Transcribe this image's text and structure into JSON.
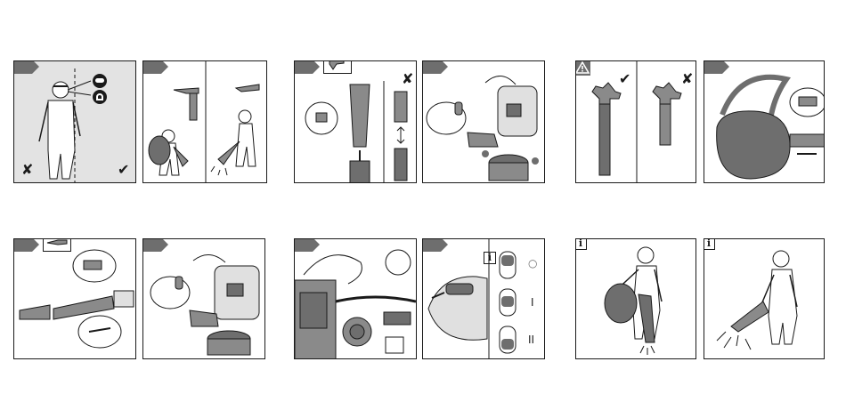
{
  "colors": {
    "ink": "#1a1a1a",
    "tab_gray": "#6e6e6e",
    "tool_gray": "#8a8a8a",
    "panel_shade": "#e3e3e3"
  },
  "symbols": {
    "check": "✔",
    "cross": "✘",
    "info": "i",
    "warning": "!",
    "switch_pos_off": "○",
    "switch_pos_1": "I",
    "switch_pos_2": "II"
  },
  "panels": [
    {
      "id": "ppe",
      "icons": [
        "protective-goggles-icon",
        "ear-protection-icon"
      ],
      "marks": [
        "cross",
        "check"
      ]
    },
    {
      "id": "modes-overview",
      "icons": [
        "vacuum-tube-icon",
        "blower-tube-icon"
      ]
    },
    {
      "id": "attach-collection-bag",
      "icons": [
        "vacuum-mode-icon"
      ],
      "marks": [
        "cross"
      ]
    },
    {
      "id": "insert-suction-tube",
      "icons": [
        "screw-icon"
      ]
    },
    {
      "id": "tube-check",
      "icons": [
        "warning-icon"
      ],
      "marks": [
        "check",
        "cross"
      ]
    },
    {
      "id": "attach-bag-strap",
      "icons": []
    },
    {
      "id": "assemble-blow-tube",
      "icons": [
        "blower-mode-icon"
      ]
    },
    {
      "id": "fix-blow-tube",
      "icons": [
        "screw-icon"
      ]
    },
    {
      "id": "connect-cable",
      "icons": [
        "plug-icon"
      ]
    },
    {
      "id": "speed-switch",
      "icons": [
        "info-icon"
      ],
      "switch": [
        "switch_pos_off",
        "switch_pos_1",
        "switch_pos_2"
      ]
    },
    {
      "id": "vacuum-use",
      "icons": [
        "info-icon"
      ]
    },
    {
      "id": "blower-use",
      "icons": [
        "info-icon"
      ]
    }
  ]
}
